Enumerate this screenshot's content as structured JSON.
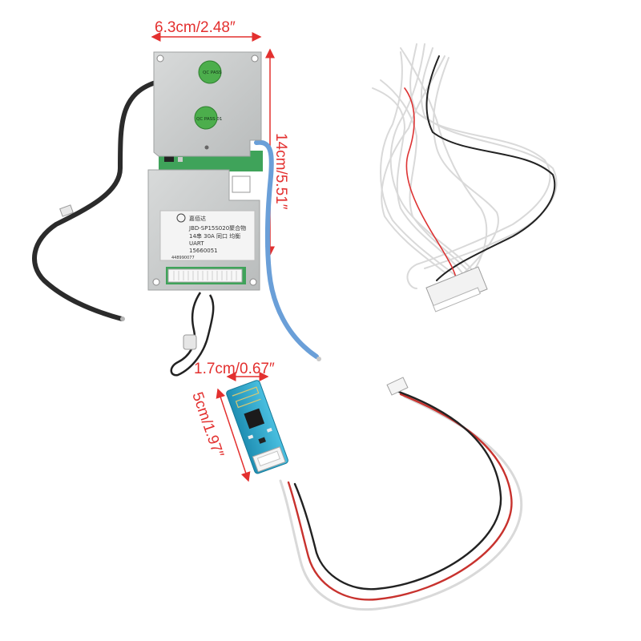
{
  "dimensions": {
    "bms_width": "6.3cm/2.48″",
    "bms_height": "14cm/5.51″",
    "module_width": "1.7cm/0.67″",
    "module_height": "5cm/1.97″"
  },
  "colors": {
    "dimension_marker": "#e3302f",
    "board_plate": "#c9cbcb",
    "pcb": "#3fa35a",
    "module_pcb": "#2fa7c7",
    "thick_wire": "#2b2b2b",
    "blue_wire": "#6a9fd8"
  },
  "label": {
    "brand": "嘉佰达",
    "model": "JBD-SP15S020聚合物",
    "spec": "14串 30A 同口 均衡",
    "comm": "UART",
    "serial": "15660051",
    "batch": "448990077"
  },
  "qc_stickers": [
    {
      "text": "QC PASS"
    },
    {
      "text": "QC PASS 01"
    }
  ]
}
